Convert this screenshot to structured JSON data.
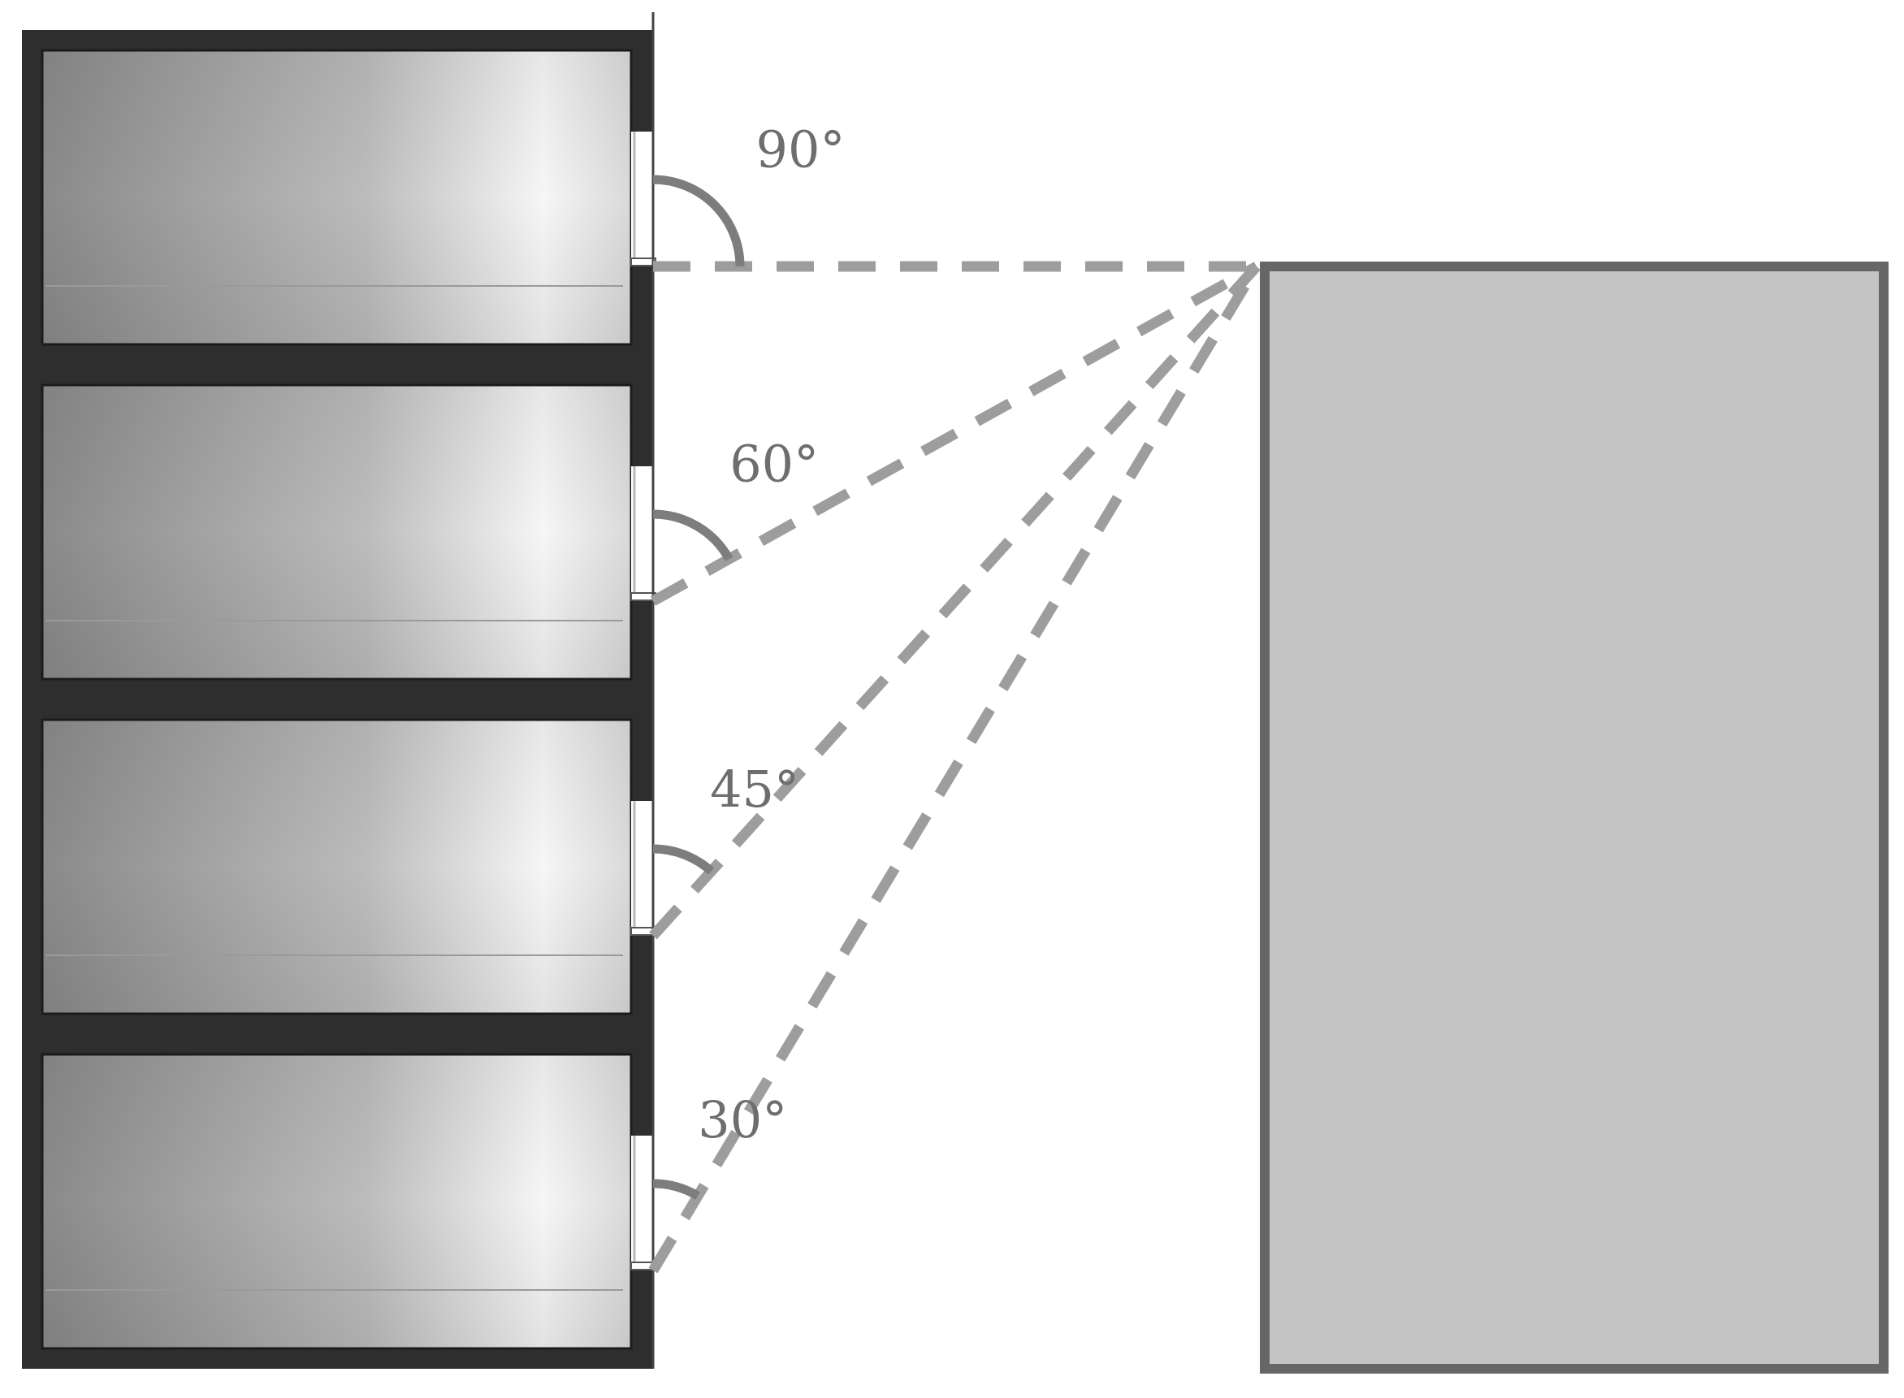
{
  "colors": {
    "background": "#ffffff",
    "building_wall": "#2e2e2e",
    "room_dark": "#8a8a8a",
    "room_light": "#ffffff",
    "sight_line": "#9d9d9d",
    "angle_arc": "#7d7d7d",
    "label_text": "#6e6e6e",
    "obstruction_fill": "#c4c4c4",
    "obstruction_border": "#666666"
  },
  "floors": [
    {
      "label": "90°",
      "angle_deg": 90
    },
    {
      "label": "60°",
      "angle_deg": 60
    },
    {
      "label": "45°",
      "angle_deg": 45
    },
    {
      "label": "30°",
      "angle_deg": 30
    }
  ]
}
